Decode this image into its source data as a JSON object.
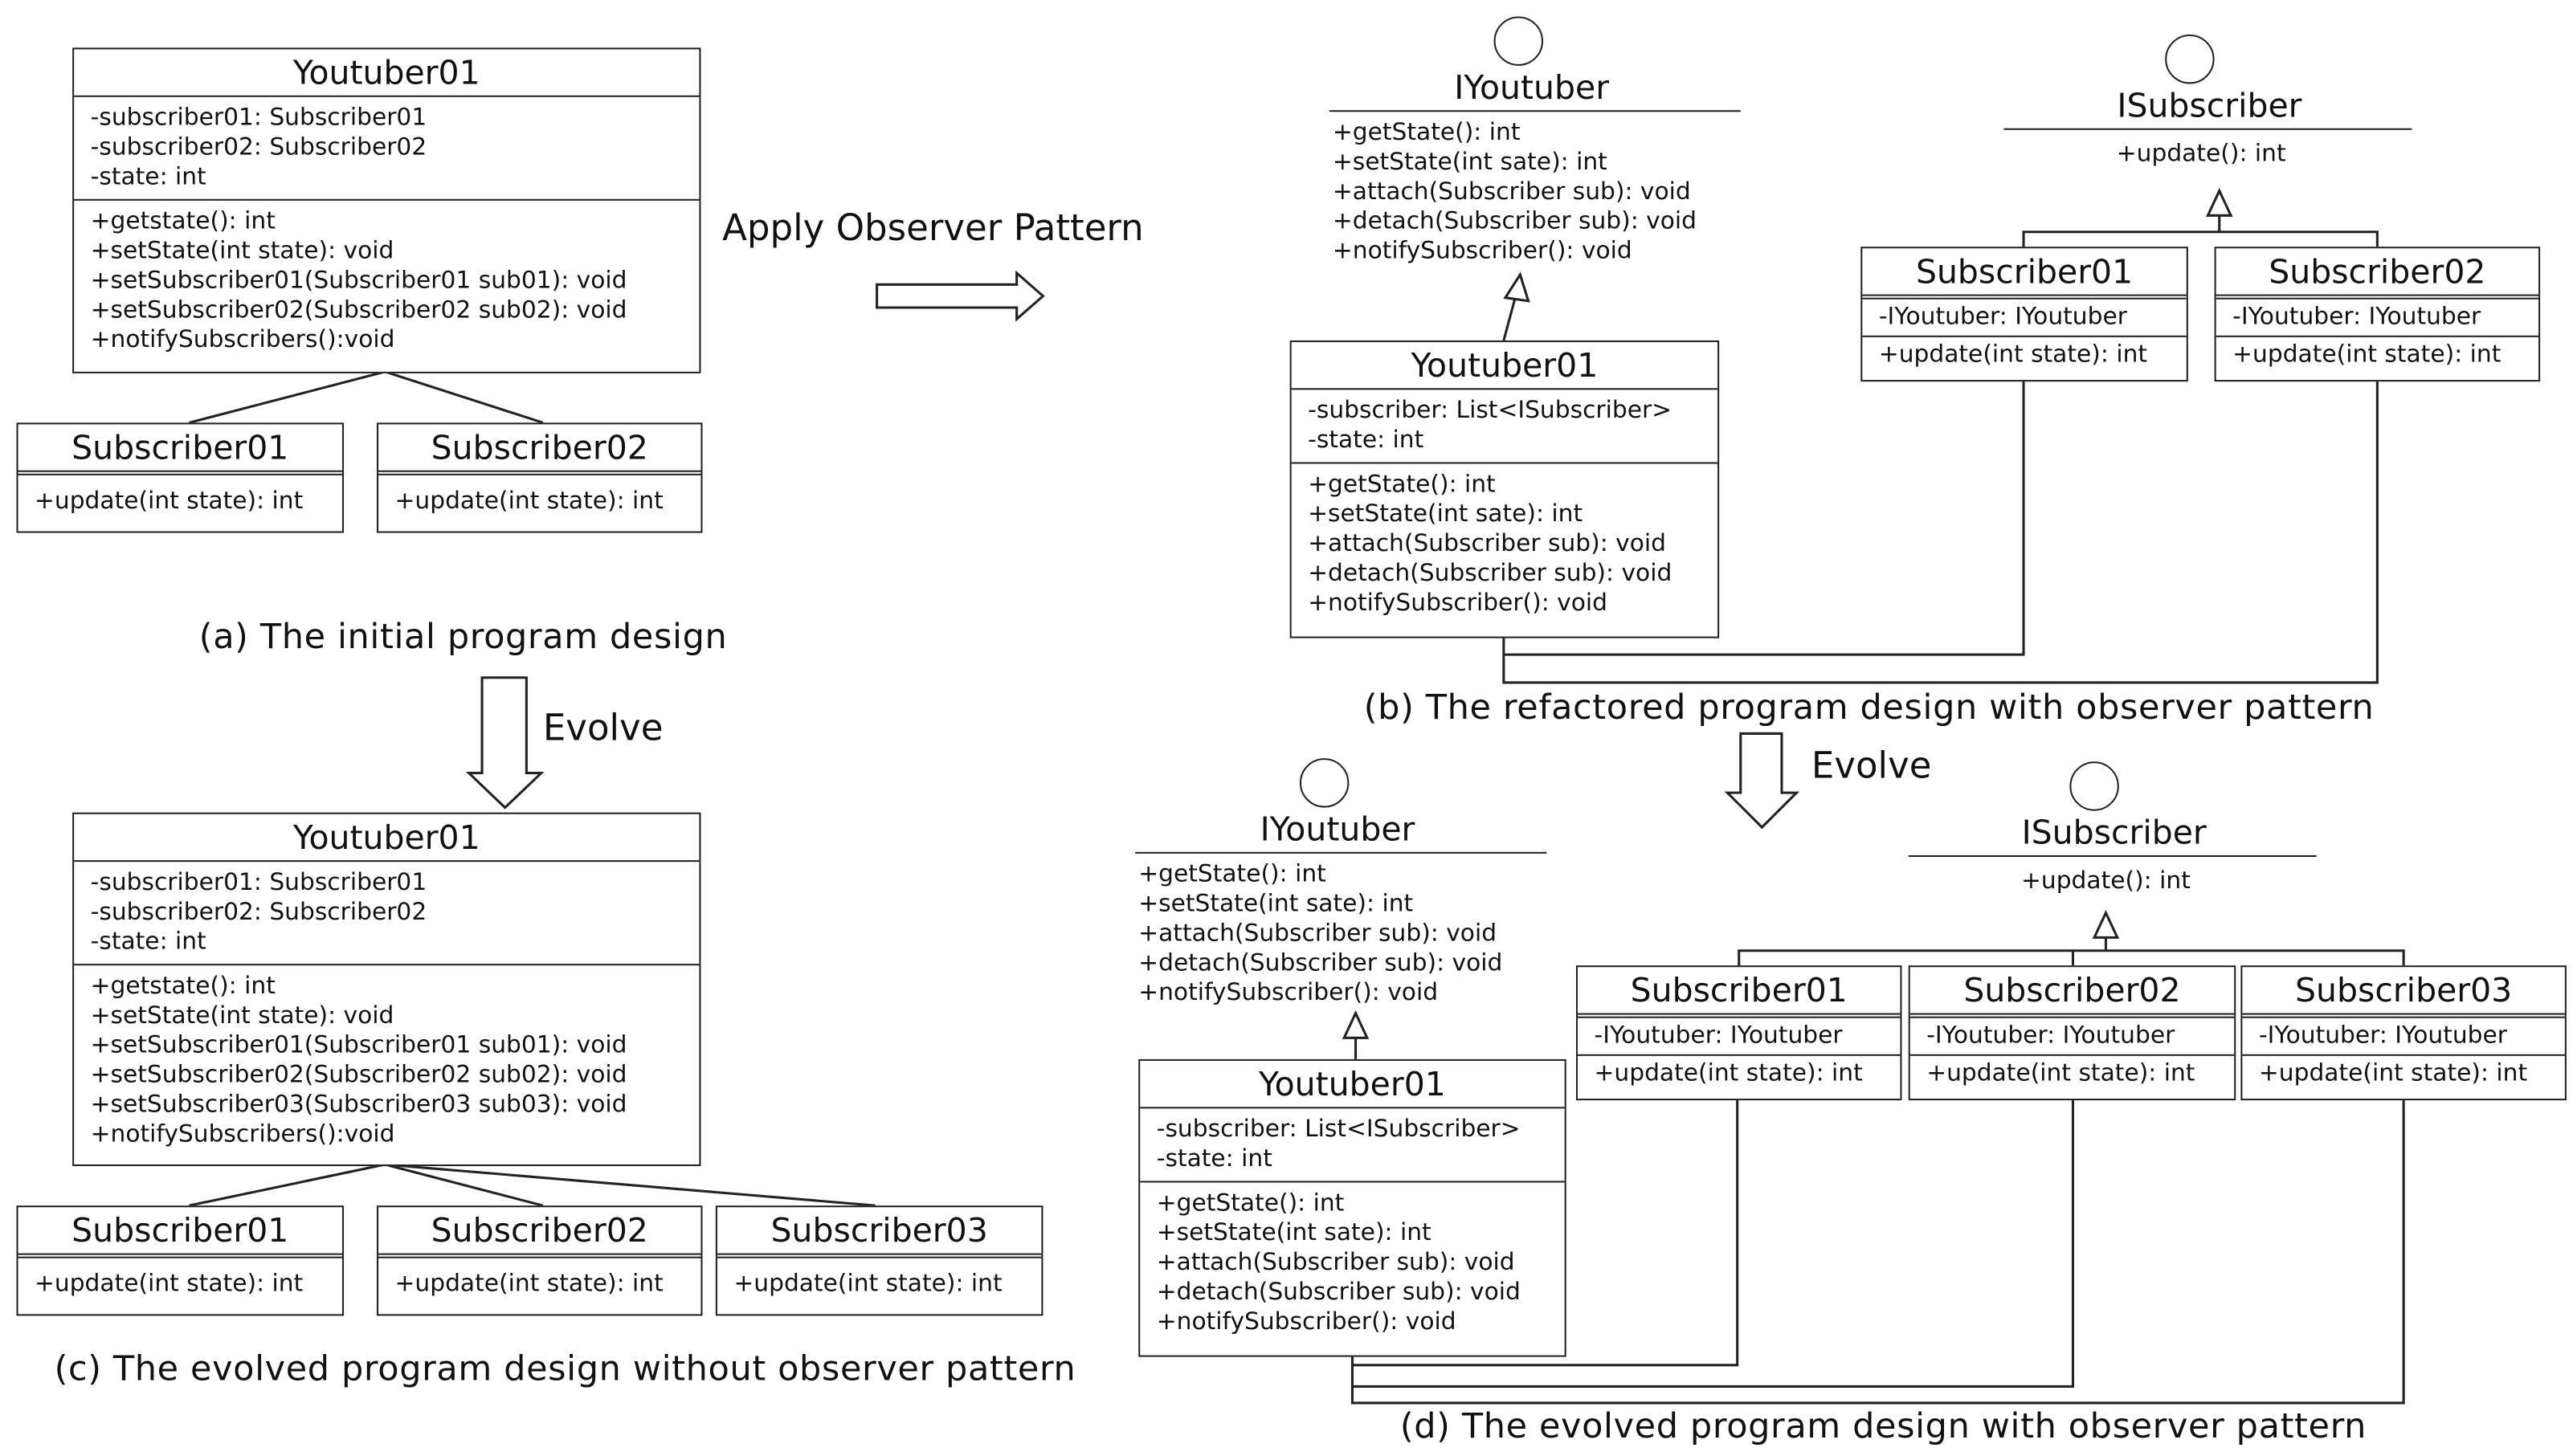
{
  "a": {
    "youtuber": {
      "name": "Youtuber01",
      "attrs": [
        "-subscriber01: Subscriber01",
        "-subscriber02: Subscriber02",
        "-state: int"
      ],
      "ops": [
        "+getstate(): int",
        "+setState(int state): void",
        "+setSubscriber01(Subscriber01  sub01): void",
        "+setSubscriber02(Subscriber02  sub02): void",
        "+notifySubscribers():void"
      ]
    },
    "sub1": {
      "name": "Subscriber01",
      "op": "+update(int state): int"
    },
    "sub2": {
      "name": "Subscriber02",
      "op": "+update(int state): int"
    },
    "caption": "(a) The initial program design"
  },
  "apply_label": "Apply Observer  Pattern",
  "evolve_label_1": "Evolve",
  "evolve_label_2": "Evolve",
  "c": {
    "youtuber": {
      "name": "Youtuber01",
      "attrs": [
        "-subscriber01: Subscriber01",
        "-subscriber02: Subscriber02",
        "-state: int"
      ],
      "ops": [
        "+getstate(): int",
        "+setState(int state): void",
        "+setSubscriber01(Subscriber01  sub01): void",
        "+setSubscriber02(Subscriber02  sub02): void",
        "+setSubscriber03(Subscriber03  sub03): void",
        "+notifySubscribers():void"
      ]
    },
    "sub1": {
      "name": "Subscriber01",
      "op": "+update(int state): int"
    },
    "sub2": {
      "name": "Subscriber02",
      "op": "+update(int state): int"
    },
    "sub3": {
      "name": "Subscriber03",
      "op": "+update(int state): int"
    },
    "caption": "(c) The evolved program design without observer  pattern"
  },
  "b": {
    "iyoutuber": {
      "name": "IYoutuber",
      "ops": [
        "+getState(): int",
        "+setState(int sate): int",
        "+attach(Subscriber sub): void",
        "+detach(Subscriber sub): void",
        "+notifySubscriber():  void"
      ]
    },
    "isubscriber": {
      "name": "ISubscriber",
      "ops": [
        "+update(): int"
      ]
    },
    "youtuber": {
      "name": "Youtuber01",
      "attrs": [
        "-subscriber: List<ISubscriber>",
        "-state: int"
      ],
      "ops": [
        "+getState(): int",
        "+setState(int sate): int",
        "+attach(Subscriber sub): void",
        "+detach(Subscriber sub): void",
        "+notifySubscriber():  void"
      ]
    },
    "sub1": {
      "name": "Subscriber01",
      "attr": "-IYoutuber:  IYoutuber",
      "op": "+update(int state): int"
    },
    "sub2": {
      "name": "Subscriber02",
      "attr": "-IYoutuber:  IYoutuber",
      "op": "+update(int state): int"
    },
    "caption": "(b) The refactored program design with observer  pattern"
  },
  "d": {
    "iyoutuber": {
      "name": "IYoutuber",
      "ops": [
        "+getState(): int",
        "+setState(int sate): int",
        "+attach(Subscriber sub): void",
        "+detach(Subscriber sub): void",
        "+notifySubscriber():  void"
      ]
    },
    "isubscriber": {
      "name": "ISubscriber",
      "ops": [
        "+update(): int"
      ]
    },
    "youtuber": {
      "name": "Youtuber01",
      "attrs": [
        "-subscriber: List<ISubscriber>",
        "-state: int"
      ],
      "ops": [
        "+getState(): int",
        "+setState(int sate): int",
        "+attach(Subscriber sub): void",
        "+detach(Subscriber sub): void",
        "+notifySubscriber():  void"
      ]
    },
    "sub1": {
      "name": "Subscriber01",
      "attr": "-IYoutuber:  IYoutuber",
      "op": "+update(int state): int"
    },
    "sub2": {
      "name": "Subscriber02",
      "attr": "-IYoutuber:  IYoutuber",
      "op": "+update(int state): int"
    },
    "sub3": {
      "name": "Subscriber03",
      "attr": "-IYoutuber:  IYoutuber",
      "op": "+update(int state): int"
    },
    "caption": "(d) The evolved program design with observer  pattern"
  }
}
